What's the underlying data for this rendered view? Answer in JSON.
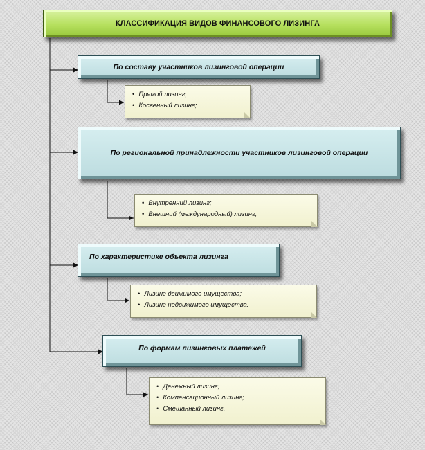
{
  "title": "КЛАССИФИКАЦИЯ ВИДОВ ФИНАНСОВОГО ЛИЗИНГА",
  "categories": [
    {
      "label": "По составу участников лизинговой операции",
      "items": [
        "Прямой лизинг;",
        "Косвенный лизинг;"
      ]
    },
    {
      "label": "По региональной принадлежности участников лизинговой операции",
      "items": [
        "Внутренний лизинг;",
        "Внешний (международный) лизинг;"
      ]
    },
    {
      "label": "По характеристике объекта лизинга",
      "items": [
        "Лизинг движимого имущества;",
        "Лизинг недвижимого имущества."
      ]
    },
    {
      "label": "По формам лизинговых платежей",
      "items": [
        "Денежный лизинг;",
        "Компенсационный лизинг;",
        "Смешанный лизинг."
      ]
    }
  ]
}
